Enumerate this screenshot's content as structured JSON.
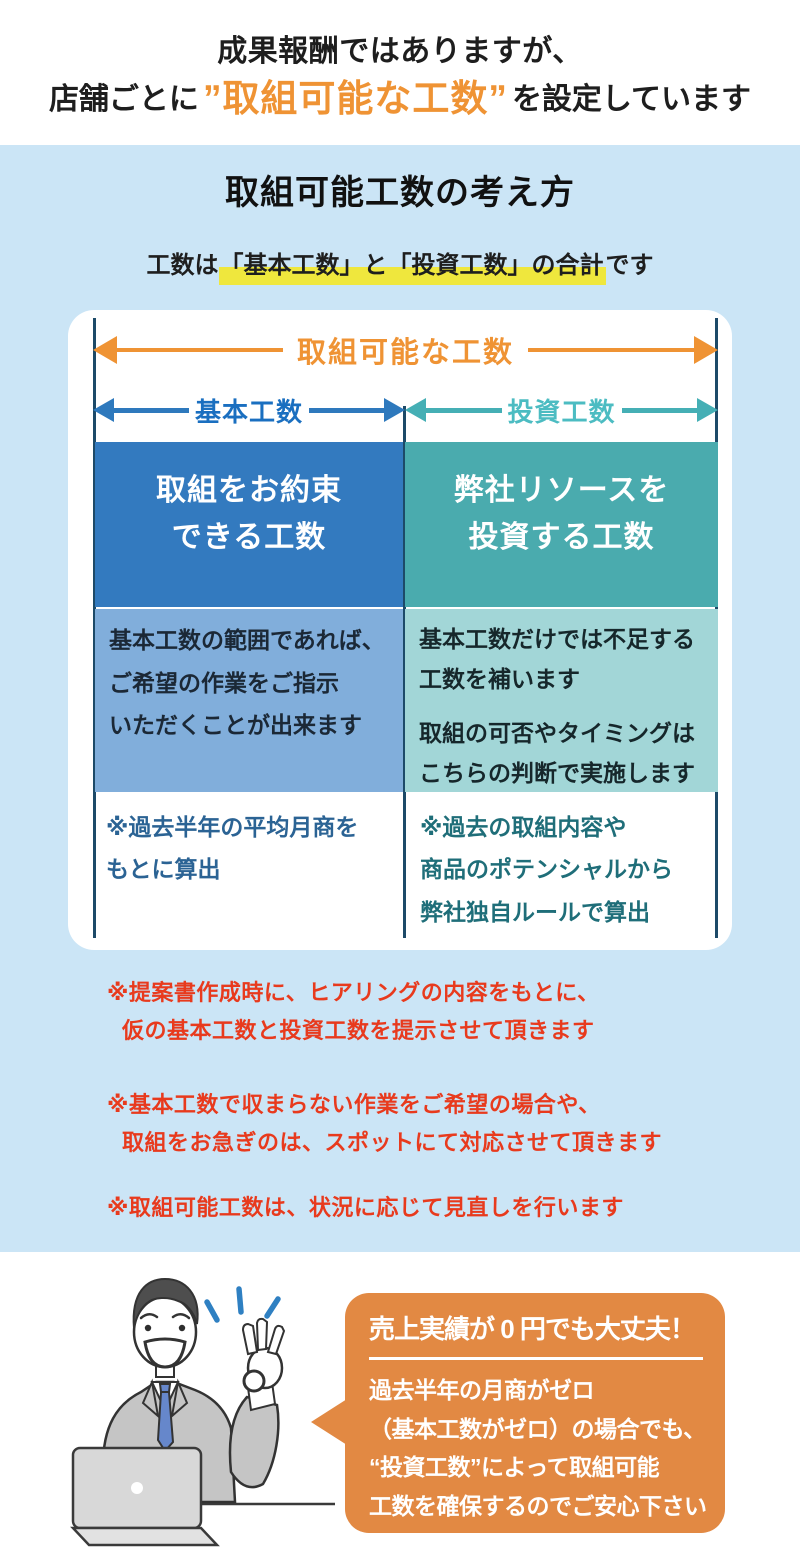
{
  "header": {
    "line1": "成果報酬ではありますが、",
    "line2": {
      "pre": "店舗ごとに",
      "accent": "”取組可能な工数”",
      "post": "を設定しています"
    }
  },
  "concept": {
    "title": "取組可能工数の考え方",
    "subtitle": {
      "pre": "工数は",
      "highlight": "「基本工数」と「投資工数」の合計",
      "post": "です"
    }
  },
  "diagram": {
    "total_label": "取組可能な工数",
    "basic_label": "基本工数",
    "invest_label": "投資工数",
    "basic_head": "取組をお約束\nできる工数",
    "invest_head": "弊社リソースを\n投資する工数",
    "basic_body": "基本工数の範囲であれば、\nご希望の作業をご指示\nいただくことが出来ます",
    "invest_body_1": "基本工数だけでは不足する\n工数を補います",
    "invest_body_2": "取組の可否やタイミングは\nこちらの判断で実施します",
    "basic_note": "※過去半年の平均月商を\nもとに算出",
    "invest_note": "※過去の取組内容や\n商品のポテンシャルから\n弊社独自ルールで算出"
  },
  "remarks": [
    {
      "line1": "※提案書作成時に、ヒアリングの内容をもとに、",
      "line2": "仮の基本工数と投資工数を提示させて頂きます"
    },
    {
      "line1": "※基本工数で収まらない作業をご希望の場合や、",
      "line2": "取組をお急ぎのは、スポットにて対応させて頂きます"
    },
    {
      "line1": "※取組可能工数は、状況に応じて見直しを行います",
      "line2": ""
    }
  ],
  "callout": {
    "title": "売上実績が 0 円でも大丈夫！",
    "body": "過去半年の月商がゼロ\n（基本工数がゼロ）の場合でも、\n“投資工数”によって取組可能\n工数を確保するのでご安心下さい"
  },
  "colors": {
    "accent_orange": "#ef9334",
    "bubble_orange": "#e28943",
    "basic_blue": "#337abf",
    "basic_blue_light": "#81aedb",
    "invest_teal": "#4aabae",
    "invest_teal_light": "#a2d6d7",
    "divider_navy": "#1d4a68",
    "remark_red": "#e83a1d",
    "highlight_yellow": "#efe73d",
    "section_bg": "#cbe5f6"
  }
}
